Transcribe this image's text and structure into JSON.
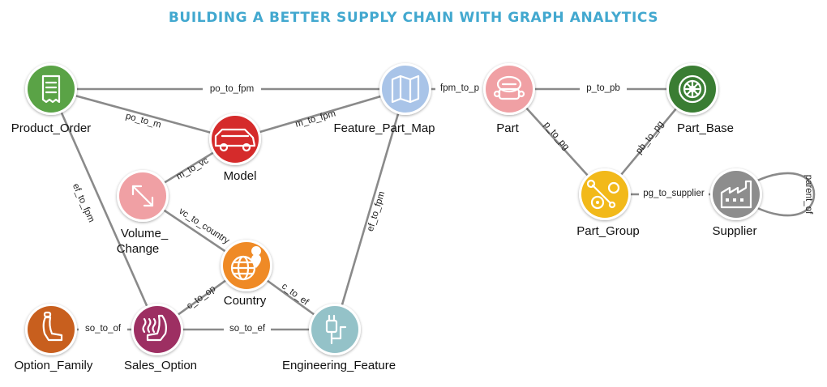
{
  "title": "BUILDING A BETTER SUPPLY CHAIN WITH GRAPH ANALYTICS",
  "nodes": {
    "product_order": {
      "label": "Product_Order",
      "color": "#5aa346",
      "icon": "receipt-icon"
    },
    "feature_part_map": {
      "label": "Feature_Part_Map",
      "color": "#a9c4e8",
      "icon": "map-icon"
    },
    "part": {
      "label": "Part",
      "color": "#f0a0a4",
      "icon": "car-part-icon"
    },
    "part_base": {
      "label": "Part_Base",
      "color": "#3a7d33",
      "icon": "tire-icon"
    },
    "model": {
      "label": "Model",
      "color": "#d52b2b",
      "icon": "car-icon"
    },
    "volume_change": {
      "label_line1": "Volume_",
      "label_line2": "Change",
      "color": "#f0a0a4",
      "icon": "resize-arrows-icon"
    },
    "part_group": {
      "label": "Part_Group",
      "color": "#f2b91a",
      "icon": "gears-wrench-icon"
    },
    "supplier": {
      "label": "Supplier",
      "color": "#8d8d8d",
      "icon": "factory-icon"
    },
    "country": {
      "label": "Country",
      "color": "#ef8a26",
      "icon": "globe-pin-icon"
    },
    "option_family": {
      "label": "Option_Family",
      "color": "#c85f1e",
      "icon": "car-seat-icon"
    },
    "sales_option": {
      "label": "Sales_Option",
      "color": "#9d2f62",
      "icon": "heated-seat-icon"
    },
    "engineering_feature": {
      "label": "Engineering_Feature",
      "color": "#94c2c8",
      "icon": "plug-icon"
    }
  },
  "edges": {
    "po_to_fpm": "po_to_fpm",
    "po_to_m": "po_to_m",
    "fpm_to_p": "fpm_to_p",
    "p_to_pb": "p_to_pb",
    "m_to_fpm": "m_to_fpm",
    "m_to_vc": "m_to_vc",
    "p_to_pg": "p_to_pg",
    "pb_to_pg": "pb_to_pg",
    "ef_to_fpm_left": "ef_to_fpm",
    "ef_to_fpm_right": "ef_to_fpm",
    "vc_to_country": "vc_to_country",
    "pg_to_supplier": "pg_to_supplier",
    "parent_of": "parent_of",
    "c_to_op": "c_to_op",
    "c_to_ef": "c_to_ef",
    "so_to_of": "so_to_of",
    "so_to_ef": "so_to_ef"
  }
}
